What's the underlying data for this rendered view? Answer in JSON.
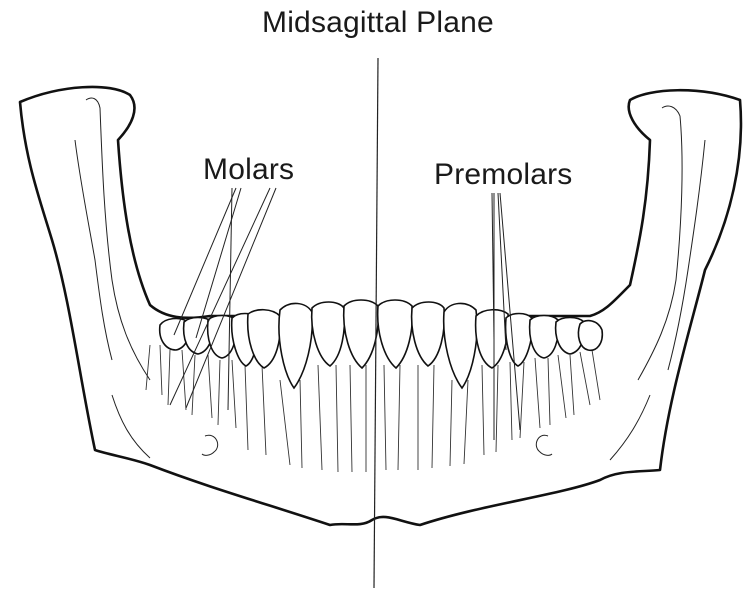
{
  "labels": {
    "midsagittal_plane": "Midsagittal Plane",
    "molars": "Molars",
    "premolars": "Premolars"
  }
}
